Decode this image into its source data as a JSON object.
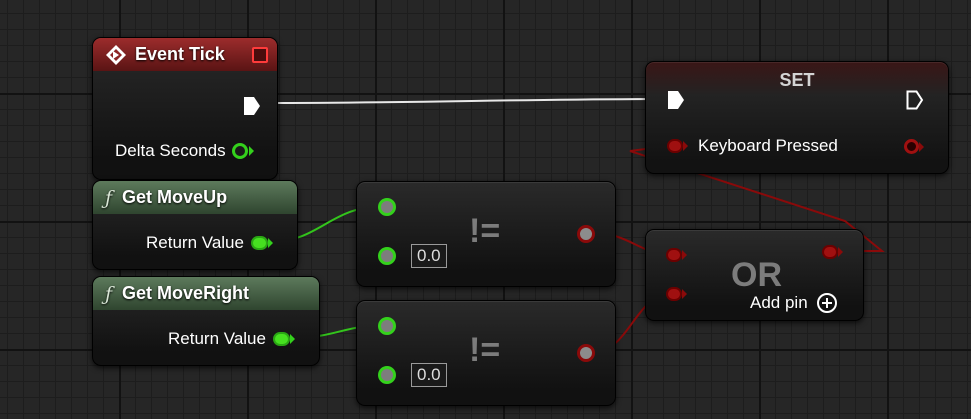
{
  "graph": {
    "event_tick": {
      "title": "Event Tick",
      "output_pin_label": "Delta Seconds",
      "icon": "event-diamond-icon",
      "header_color": "#8e2525"
    },
    "get_move_up": {
      "title": "Get MoveUp",
      "output_pin_label": "Return Value",
      "icon": "function-icon",
      "function_glyph": "ƒ",
      "header_color": "#4d6b4b"
    },
    "get_move_right": {
      "title": "Get MoveRight",
      "output_pin_label": "Return Value",
      "icon": "function-icon",
      "function_glyph": "ƒ",
      "header_color": "#4d6b4b"
    },
    "not_equal_1": {
      "symbol": "!=",
      "literal": "0.0"
    },
    "not_equal_2": {
      "symbol": "!=",
      "literal": "0.0"
    },
    "or_node": {
      "symbol": "OR",
      "add_pin_label": "Add pin",
      "add_pin_icon": "plus-circle-icon"
    },
    "set_node": {
      "title": "SET",
      "variable_label": "Keyboard Pressed"
    },
    "colors": {
      "exec_wire": "#ffffff",
      "float_wire": "#3bd420",
      "bool_wire": "#980a0a"
    }
  }
}
